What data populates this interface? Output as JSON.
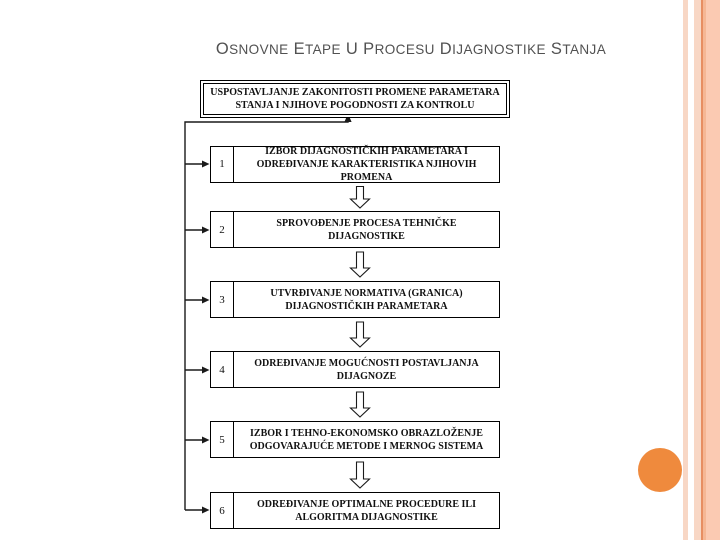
{
  "slide": {
    "title": "OSNOVNE ETAPE U PROCESU DIJAGNOSTIKE STANJA",
    "theme": {
      "title_color": "#515151",
      "accent_circle_color": "#EF8A3D",
      "stripe_color": "#F8D7C5",
      "stripe_line_color": "#E78E62",
      "box_border_color": "#000000"
    }
  },
  "flowchart": {
    "top_box": "USPOSTAVLJANJE ZAKONITOSTI PROMENE PARAMETARA STANJA I NJIHOVE POGODNOSTI ZA KONTROLU",
    "steps": [
      {
        "number": "1",
        "label": "IZBOR DIJAGNOSTIČKIH PARAMETARA I ODREĐIVANJE KARAKTERISTIKA NJIHOVIH PROMENA"
      },
      {
        "number": "2",
        "label": "SPROVOĐENJE PROCESA TEHNIČKE DIJAGNOSTIKE"
      },
      {
        "number": "3",
        "label": "UTVRĐIVANJE NORMATIVA (GRANICA) DIJAGNOSTIČKIH PARAMETARA"
      },
      {
        "number": "4",
        "label": "ODREĐIVANJE MOGUĆNOSTI POSTAVLJANJA DIJAGNOZE"
      },
      {
        "number": "5",
        "label": "IZBOR I TEHNO-EKONOMSKO OBRAZLOŽENJE ODGOVARAJUĆE METODE I MERNOG SISTEMA"
      },
      {
        "number": "6",
        "label": "ODREĐIVANJE OPTIMALNE PROCEDURE ILI ALGORITMA DIJAGNOSTIKE"
      }
    ],
    "icons": {
      "between_steps": "hollow-down-arrow",
      "feedback_rail": "left-rail-with-right-arrowheads-and-up-arrow"
    }
  }
}
